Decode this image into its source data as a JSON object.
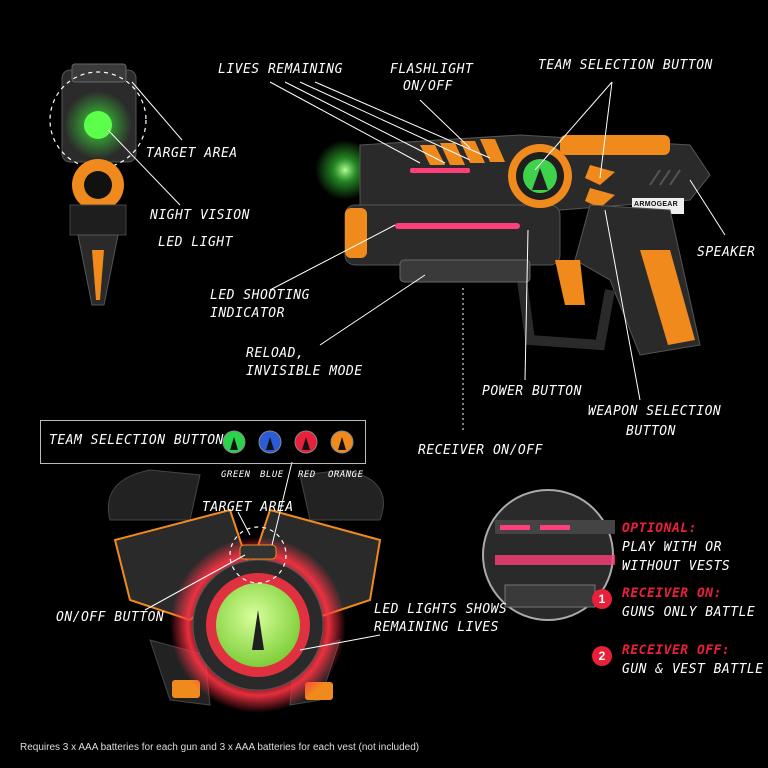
{
  "labels": {
    "lives_remaining": "LIVES REMAINING",
    "flashlight_line1": "FLASHLIGHT",
    "flashlight_line2": "ON/OFF",
    "team_selection_button_gun": "TEAM SELECTION BUTTON",
    "target_area_gun": "TARGET AREA",
    "night_vision": "NIGHT VISION",
    "led_light": "LED LIGHT",
    "speaker": "SPEAKER",
    "led_shooting_line1": "LED SHOOTING",
    "led_shooting_line2": "INDICATOR",
    "reload_line1": "RELOAD,",
    "reload_line2": "INVISIBLE MODE",
    "power_button": "POWER BUTTON",
    "weapon_selection_line1": "WEAPON SELECTION",
    "weapon_selection_line2": "BUTTON",
    "receiver_onoff": "RECEIVER ON/OFF",
    "target_area_vest": "TARGET AREA",
    "onoff_button": "ON/OFF BUTTON",
    "led_lights_line1": "LED LIGHTS SHOWS",
    "led_lights_line2": "REMAINING LIVES"
  },
  "brand": "ARMOGEAR",
  "team_selection": {
    "title": "TEAM SELECTION BUTTON",
    "colors": [
      {
        "name": "GREEN",
        "hex": "#2bd34a"
      },
      {
        "name": "BLUE",
        "hex": "#2a5bd8"
      },
      {
        "name": "RED",
        "hex": "#e8203a"
      },
      {
        "name": "ORANGE",
        "hex": "#f08a1c"
      }
    ]
  },
  "optional": {
    "heading": "OPTIONAL:",
    "line1": "PLAY WITH OR",
    "line2": "WITHOUT VESTS",
    "modes": [
      {
        "number": "1",
        "title": "RECEIVER ON:",
        "desc": "GUNS ONLY BATTLE"
      },
      {
        "number": "2",
        "title": "RECEIVER OFF:",
        "desc": "GUN & VEST BATTLE"
      }
    ]
  },
  "footnote": "Requires 3 x AAA batteries for each gun and 3 x AAA batteries for each vest (not included)",
  "colors": {
    "accent_orange": "#f08a1c",
    "body_dark": "#2a2a2a",
    "led_green": "#5cff4a",
    "led_red": "#ff3344",
    "callout_red": "#e8203a"
  }
}
